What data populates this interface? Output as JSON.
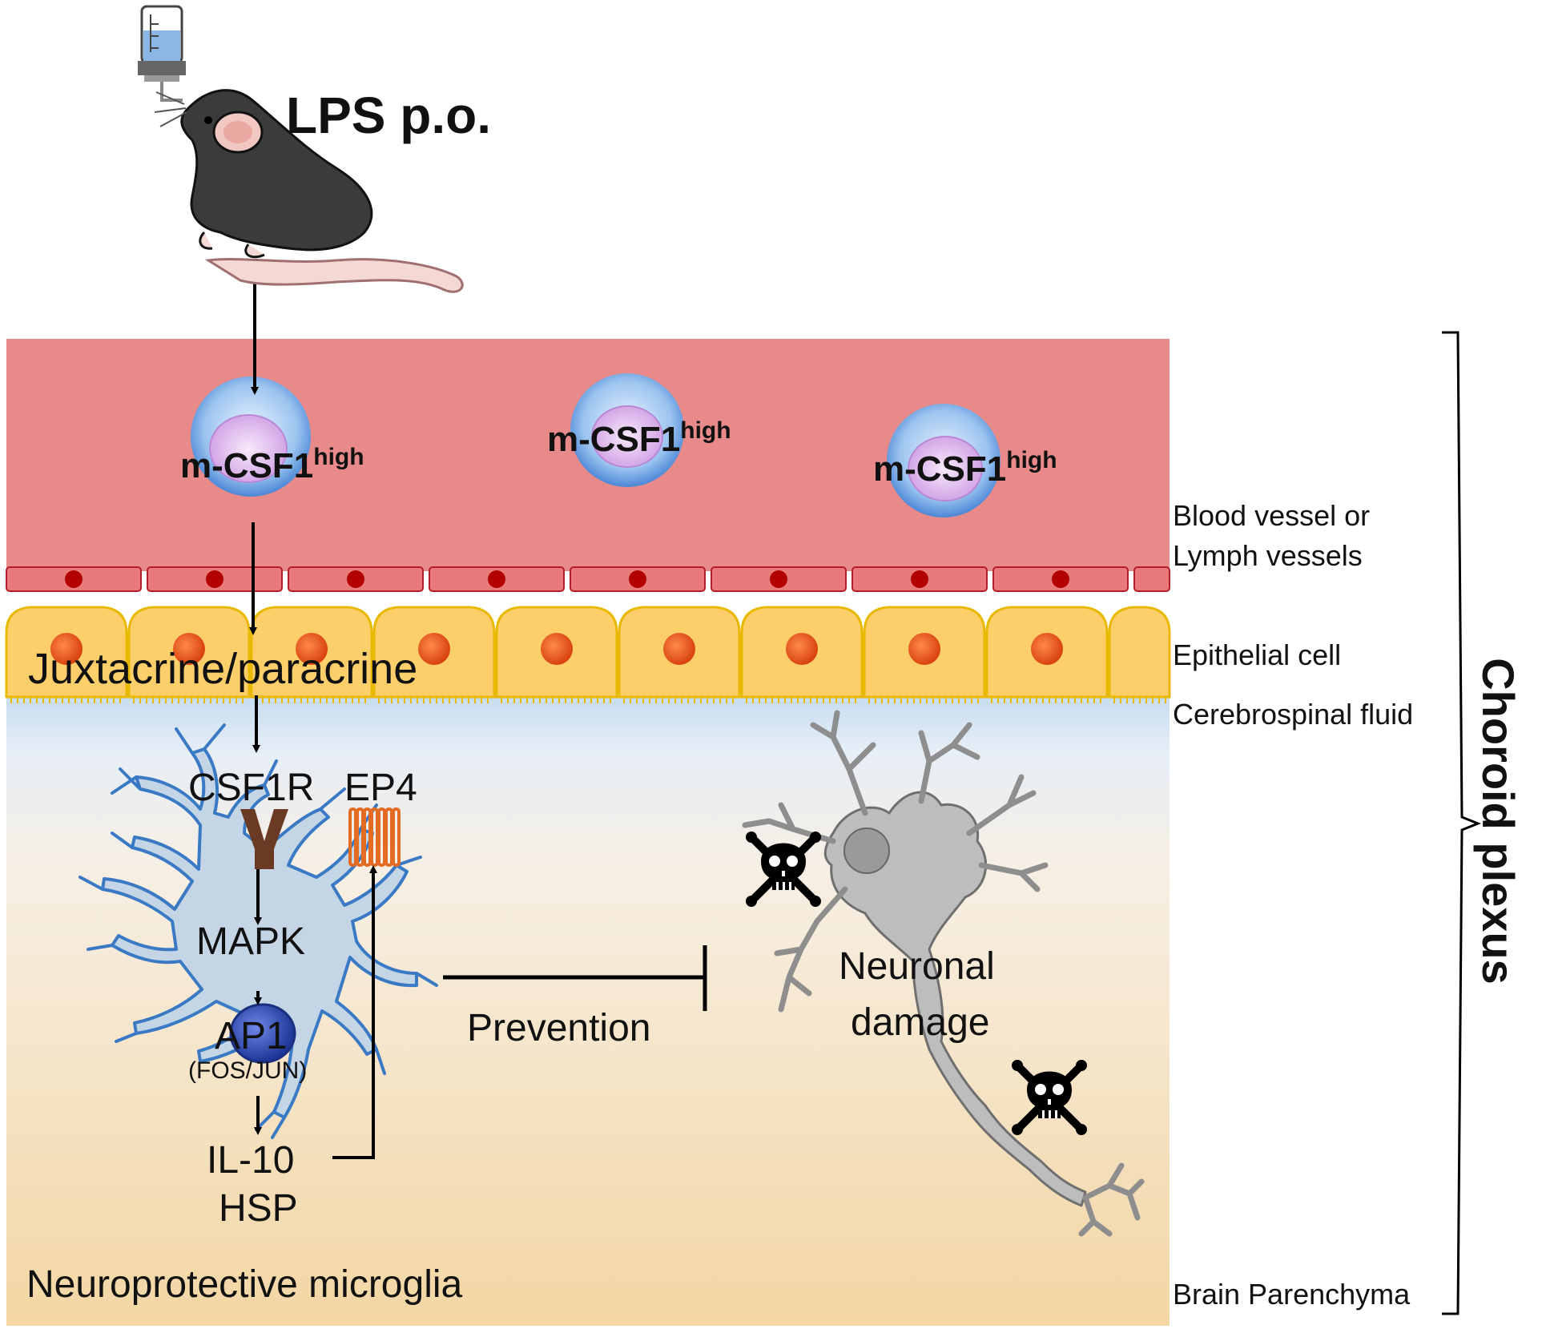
{
  "title": "LPS p.o.",
  "cells": {
    "label_main": "m-CSF1",
    "label_sup": "high"
  },
  "pathway": {
    "mode": "Juxtacrine/paracrine",
    "receptor1": "CSF1R",
    "receptor2": "EP4",
    "kinase": "MAPK",
    "tf": "AP1",
    "tf_sub": "(FOS/JUN)",
    "product1": "IL-10",
    "product2": "HSP",
    "cell_type": "Neuroprotective microglia",
    "effect": "Prevention",
    "outcome_line1": "Neuronal",
    "outcome_line2": "damage"
  },
  "layers": {
    "vessel_line1": "Blood vessel or",
    "vessel_line2": "Lymph vessels",
    "epithelial": "Epithelial cell",
    "csf": "Cerebrospinal fluid",
    "parenchyma": "Brain Parenchyma"
  },
  "bracket_label": "Choroid plexus",
  "colors": {
    "vessel": "#e98a8a",
    "endothelium": "#e77a7a",
    "nucleus_red": "#b30000",
    "epithelium": "#fccf6a",
    "epithelium_nucleus": "#e8541c",
    "csf_blue": "#c8dff2",
    "parenchyma": "#f3d6a3",
    "microglia": "#c4d6e6",
    "microglia_outline": "#3a79c4",
    "receptor_brown": "#6b3a24",
    "ep4_orange": "#e36b22",
    "ap1_blue": "#2e4fb8",
    "neuron_gray": "#b5b5b5"
  },
  "icons": [
    "lps-bottle-icon",
    "mouse-icon",
    "skull-crossbones-icon",
    "neuron-icon"
  ]
}
